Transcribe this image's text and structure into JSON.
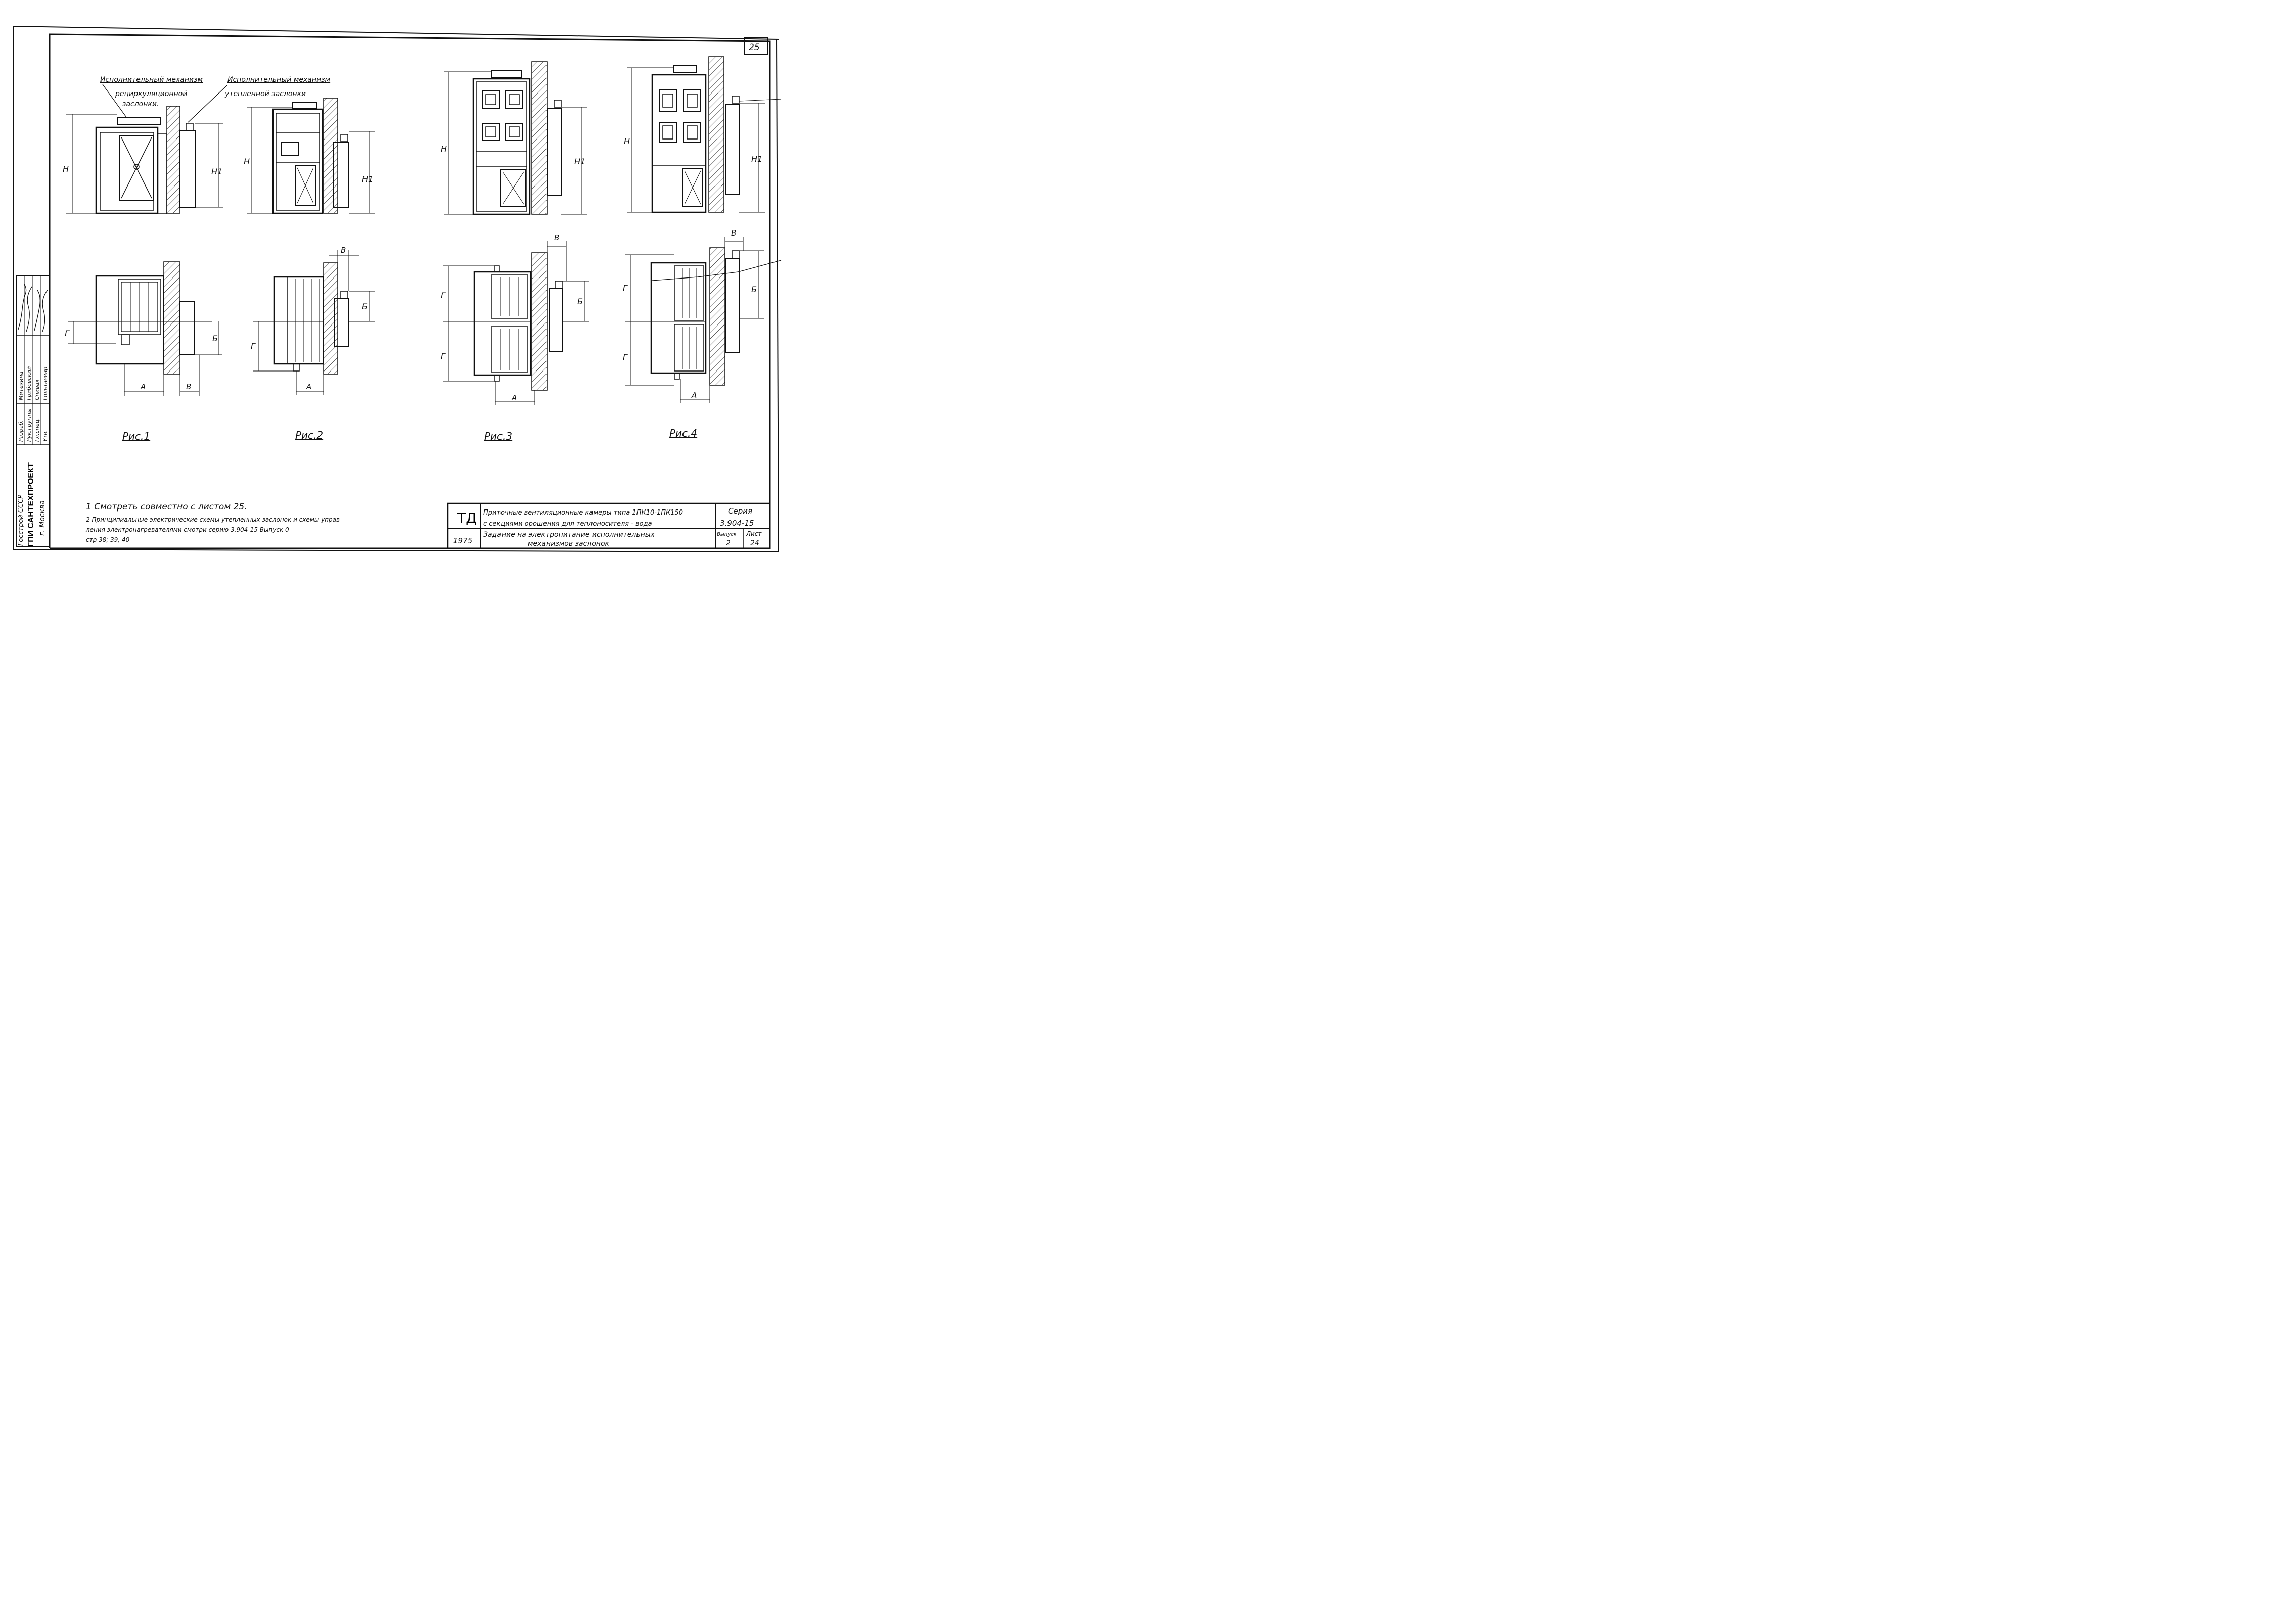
{
  "sheet_number": "25",
  "callouts": {
    "left_line1": "Исполнительный механизм",
    "left_line2": "рециркуляционной",
    "left_line3": "заслонки.",
    "right_line1": "Исполнительный механизм",
    "right_line2": "утепленной заслонки"
  },
  "dimensions": {
    "H": "H",
    "H1": "H1",
    "A": "А",
    "B": "В",
    "Б": "Б",
    "Г": "Г"
  },
  "figures": [
    "Рис.1",
    "Рис.2",
    "Рис.3",
    "Рис.4"
  ],
  "notes": [
    "1 Смотреть совместно с листом 25.",
    "2 Принципиальные электрические схемы утепленных заслонок и схемы управ",
    "ления электронагревателями смотри серию 3.904-15 Выпуск 0",
    "стр 38; 39, 40"
  ],
  "side_stamp": {
    "org_line1": "Госстрой СССР",
    "org_line2": "ГПИ САНТЕХПРОЕКТ",
    "org_line3": "г. Москва",
    "roles": [
      "Разраб.",
      "Рук.группы",
      "Гл.спец.",
      "Утв."
    ],
    "names": [
      "Митехина",
      "Грибовский",
      "Спивак",
      "Гольтвеевр"
    ]
  },
  "title_block": {
    "mark": "ТД",
    "year": "1975",
    "title_line1": "Приточные вентиляционные камеры типа 1ПК10-1ПК150",
    "title_line2": "с секциями орошения для теплоносителя - вода",
    "subtitle_line1": "Задание на электропитание исполнительных",
    "subtitle_line2": "механизмов заслонок",
    "series_label": "Серия",
    "series_value": "3.904-15",
    "issue_label": "Выпуск",
    "issue_value": "2",
    "sheet_label": "Лист",
    "sheet_value": "24"
  }
}
